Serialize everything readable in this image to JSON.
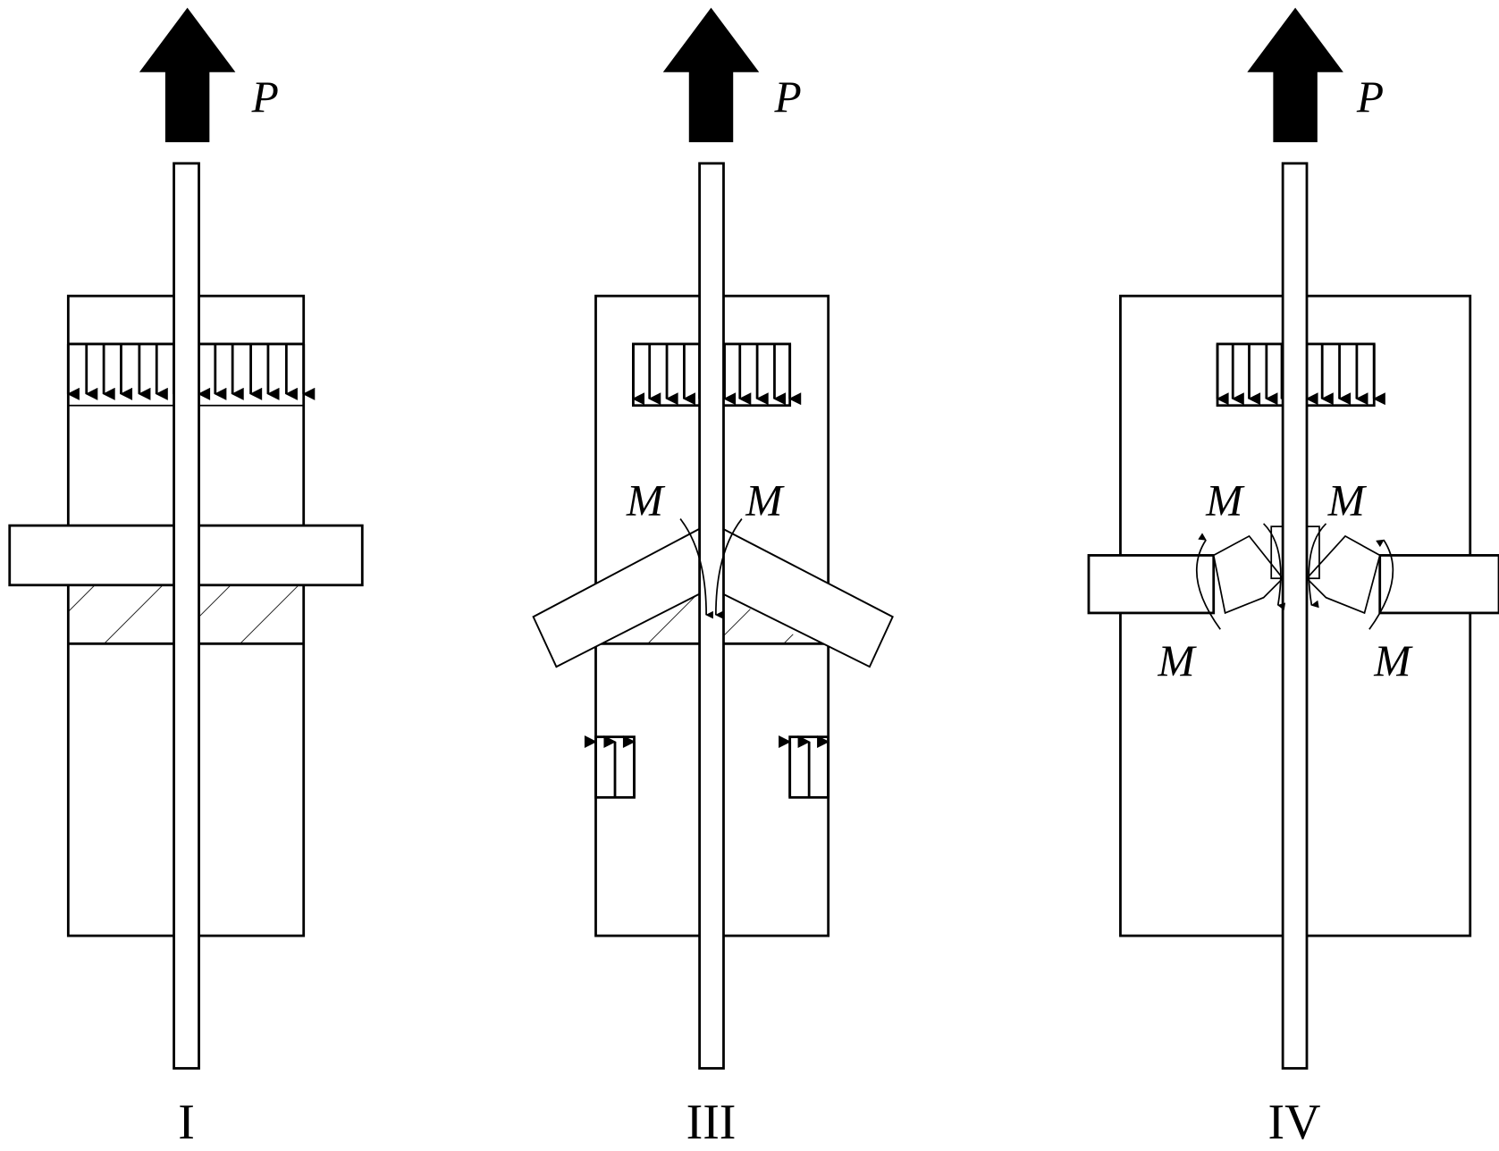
{
  "figure": {
    "panels": [
      {
        "id": "I",
        "label": "I",
        "force_label": "P",
        "moment_labels": []
      },
      {
        "id": "III",
        "label": "III",
        "force_label": "P",
        "moment_labels": [
          "M",
          "M"
        ]
      },
      {
        "id": "IV",
        "label": "IV",
        "force_label": "P",
        "moment_labels": [
          "M",
          "M",
          "M",
          "M"
        ]
      }
    ]
  }
}
